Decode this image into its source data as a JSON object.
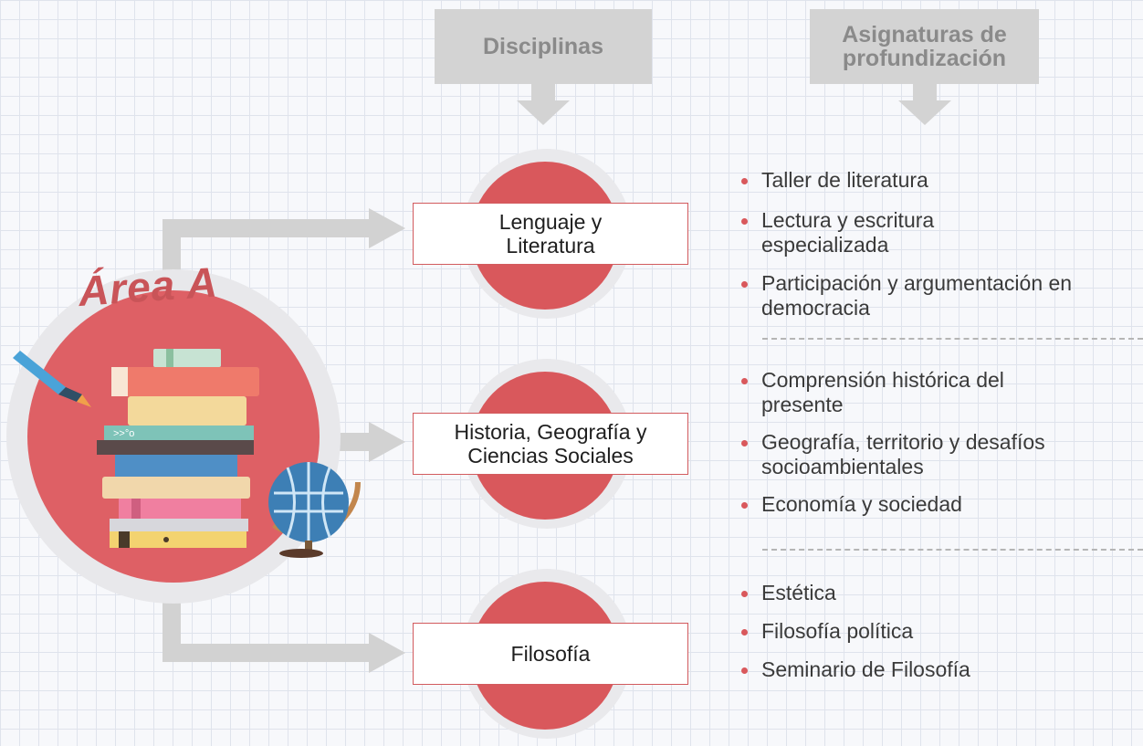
{
  "headers": {
    "disciplinas": "Disciplinas",
    "asignaturas": "Asignaturas de profundización"
  },
  "area": {
    "title": "Área A"
  },
  "disciplines": [
    {
      "label": "Lenguaje y Literatura"
    },
    {
      "label": "Historia, Geografía y Ciencias Sociales"
    },
    {
      "label": "Filosofía"
    }
  ],
  "subjects": [
    [
      "Taller de literatura",
      "Lectura y escritura especializada",
      "Participación y argumentación en democracia"
    ],
    [
      "Comprensión histórica del presente",
      "Geografía, territorio y desafíos socioambientales",
      "Economía y sociedad"
    ],
    [
      "Estética",
      "Filosofía política",
      "Seminario de Filosofía"
    ]
  ],
  "icons": {
    "books": "books-stack-icon",
    "pen": "pen-nib-icon",
    "globe": "globe-icon"
  },
  "colors": {
    "accent_red": "#d9585c",
    "header_gray": "#d3d3d3",
    "arrow_gray": "#d2d2d2"
  }
}
